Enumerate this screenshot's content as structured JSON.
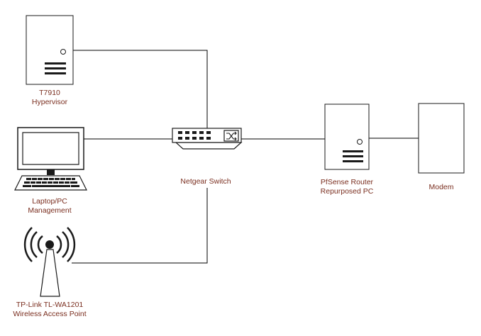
{
  "nodes": {
    "hypervisor": {
      "line1": "T7910",
      "line2": "Hypervisor"
    },
    "laptop": {
      "line1": "Laptop/PC",
      "line2": "Management"
    },
    "access_point": {
      "line1": "TP-Link TL-WA1201",
      "line2": "Wireless Access Point"
    },
    "switch": {
      "line1": "Netgear Switch"
    },
    "router": {
      "line1": "PfSense Router",
      "line2": "Repurposed PC"
    },
    "modem": {
      "line1": "Modem"
    }
  },
  "colors": {
    "label": "#7a2e1f",
    "stroke": "#1a1a1a",
    "line": "#000000"
  }
}
